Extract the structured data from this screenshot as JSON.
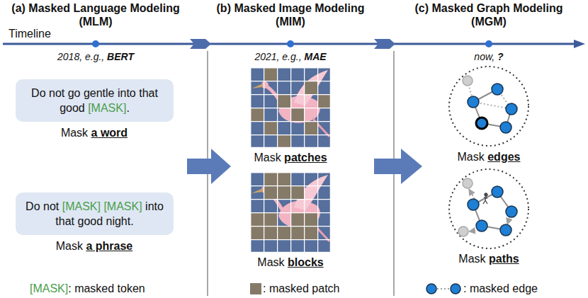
{
  "diagram": {
    "nodes": [
      {
        "text": [
          "Do not go gentle into that good [MASK]."
        ]
      },
      {
        "text": [
          "Do not [MASK] [MASK] into that good night."
        ]
      }
    ],
    "labels": [
      "(a) Masked Language Modeling (MLM)",
      "(b) Masked Image Modeling (MIM)",
      "(c) Masked Graph Modeling (MGM)",
      "Timeline",
      "2018, e.g., BERT",
      "2021, e.g., MAE",
      "now, ?",
      "Mask a word",
      "Mask a phrase",
      "[MASK]: masked token",
      "Mask patches",
      "Mask blocks",
      "Mask edges",
      "Mask paths"
    ],
    "legend": [
      {
        "text": ": masked patch",
        "color": "#857a68"
      },
      {
        "text": ": masked edge"
      }
    ]
  }
}
